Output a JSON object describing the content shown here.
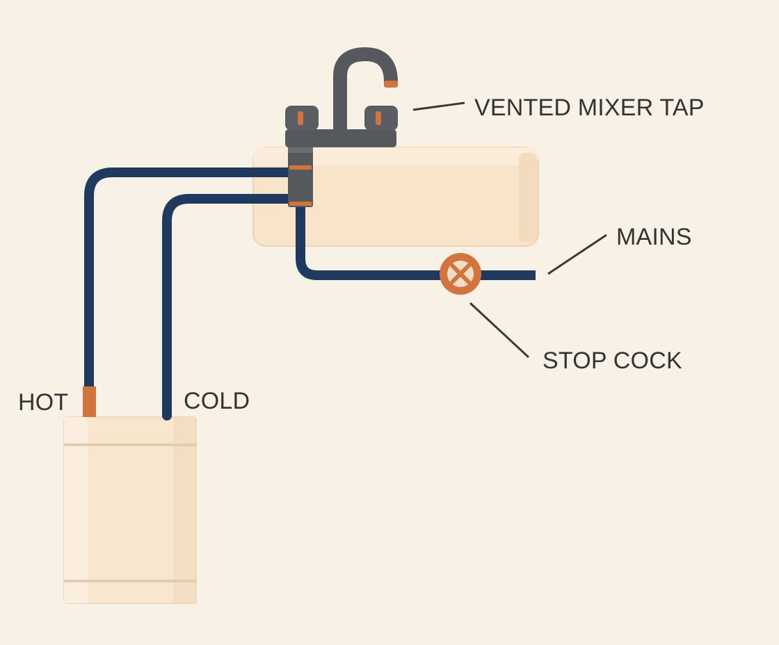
{
  "labels": {
    "tap": "VENTED MIXER TAP",
    "mains": "MAINS",
    "stop_cock": "STOP COCK",
    "hot": "HOT",
    "cold": "COLD"
  },
  "colors": {
    "background": "#f7f1e6",
    "pipe": "#1f3a5f",
    "copper": "#d4743d",
    "fixture": "#f7e7d0",
    "fixture_edge": "#e9d6b9",
    "tap": "#55585c",
    "label": "#333333"
  },
  "icons": {
    "tap": "mixer-tap-icon",
    "valve": "stop-cock-valve-icon"
  }
}
